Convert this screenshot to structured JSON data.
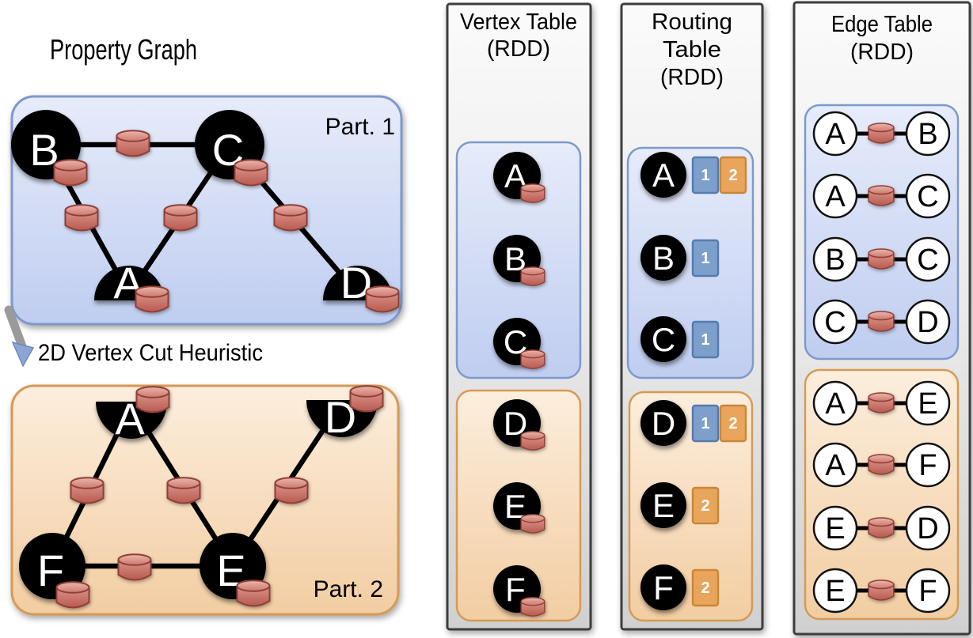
{
  "property_graph": {
    "title": "Property Graph",
    "heuristic_label": "2D Vertex Cut Heuristic",
    "part1": {
      "label": "Part. 1",
      "vertex_b": "B",
      "vertex_c": "C",
      "vertex_a": "A",
      "vertex_d": "D"
    },
    "part2": {
      "label": "Part. 2",
      "vertex_a": "A",
      "vertex_d": "D",
      "vertex_f": "F",
      "vertex_e": "E"
    }
  },
  "vertex_table": {
    "title": "Vertex Table",
    "subtitle": "(RDD)",
    "part1_rows": [
      "A",
      "B",
      "C"
    ],
    "part2_rows": [
      "D",
      "E",
      "F"
    ]
  },
  "routing_table": {
    "title_line1": "Routing",
    "title_line2": "Table",
    "subtitle": "(RDD)",
    "part1_rows": [
      {
        "vertex": "A",
        "badges": [
          "1",
          "2"
        ]
      },
      {
        "vertex": "B",
        "badges": [
          "1"
        ]
      },
      {
        "vertex": "C",
        "badges": [
          "1"
        ]
      }
    ],
    "part2_rows": [
      {
        "vertex": "D",
        "badges": [
          "1",
          "2"
        ]
      },
      {
        "vertex": "E",
        "badges": [
          "2"
        ]
      },
      {
        "vertex": "F",
        "badges": [
          "2"
        ]
      }
    ]
  },
  "edge_table": {
    "title": "Edge Table",
    "subtitle": "(RDD)",
    "part1_rows": [
      {
        "src": "A",
        "dst": "B"
      },
      {
        "src": "A",
        "dst": "C"
      },
      {
        "src": "B",
        "dst": "C"
      },
      {
        "src": "C",
        "dst": "D"
      }
    ],
    "part2_rows": [
      {
        "src": "A",
        "dst": "E"
      },
      {
        "src": "A",
        "dst": "F"
      },
      {
        "src": "E",
        "dst": "D"
      },
      {
        "src": "E",
        "dst": "F"
      }
    ]
  },
  "colors": {
    "partition1_accent": "#7e99cc",
    "partition2_accent": "#d69a54",
    "cylinder_red": "#c4685d",
    "vertex_black": "#000000",
    "routing_badge_part1_fill": "#7d9fcb",
    "routing_badge_part2_fill": "#e8a55b"
  }
}
